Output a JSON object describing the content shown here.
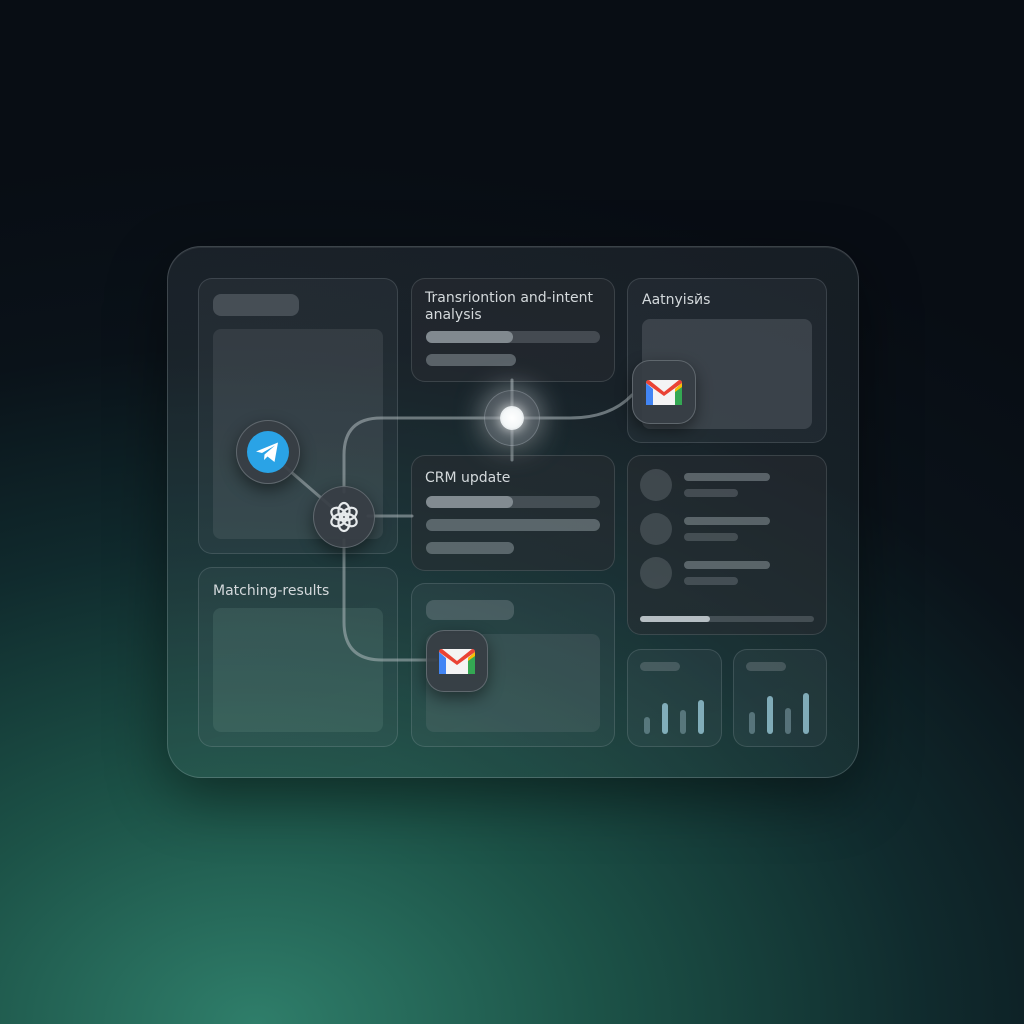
{
  "cards": {
    "transcription": {
      "title": "Transriontion and-intent analysis",
      "progress": 0.5
    },
    "analysis": {
      "title": "Aatnyisйs"
    },
    "crm": {
      "title": "CRM update",
      "progress": 0.5
    },
    "matching": {
      "title": "Matching-results"
    },
    "contacts": {
      "count": 3,
      "progress": 0.4
    },
    "mini_charts": [
      {
        "values": [
          0.35,
          0.65,
          0.5,
          0.7
        ]
      },
      {
        "values": [
          0.45,
          0.8,
          0.55,
          0.85
        ]
      }
    ]
  },
  "nodes": {
    "telegram": {
      "icon": "telegram-icon"
    },
    "openai": {
      "icon": "openai-icon"
    },
    "hub": {
      "icon": "glow-dot-icon"
    },
    "gmail_top": {
      "icon": "gmail-icon"
    },
    "gmail_bottom": {
      "icon": "gmail-icon"
    }
  },
  "colors": {
    "telegram_blue": "#2aa3e6",
    "gmail_red": "#ea4335",
    "gmail_blue": "#4285f4",
    "gmail_green": "#34a853",
    "gmail_yellow": "#fbbc04",
    "accent_teal": "#2f7e6a"
  }
}
